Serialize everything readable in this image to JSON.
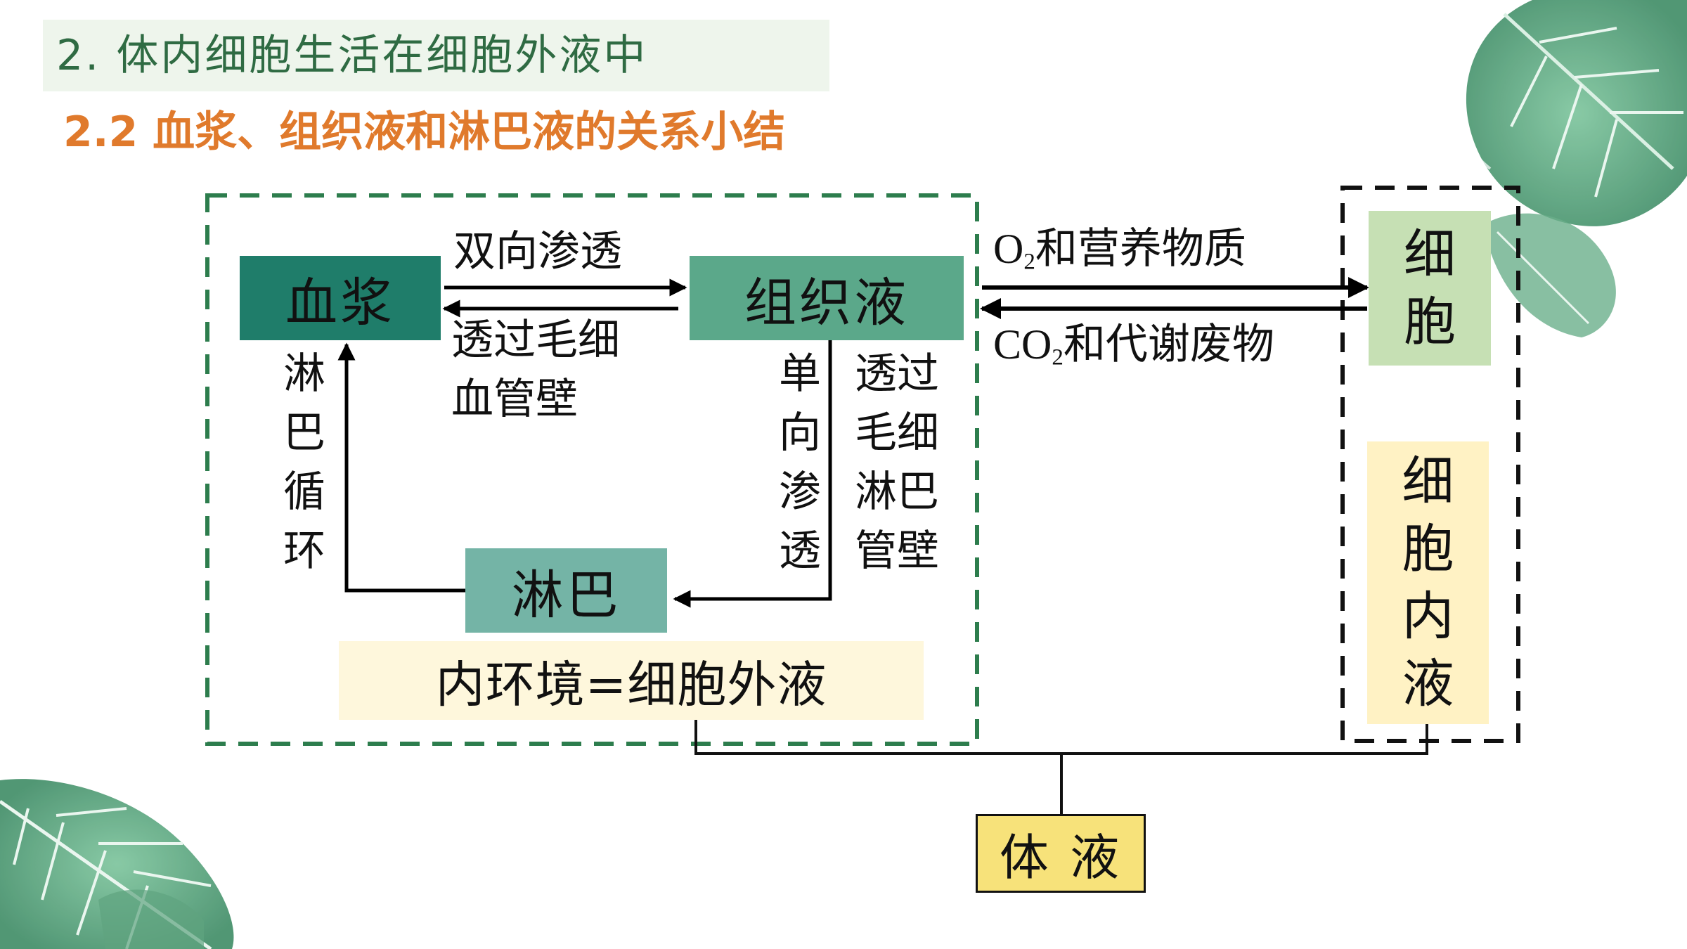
{
  "heading": {
    "text": "2. 体内细胞生活在细胞外液中"
  },
  "subheading": {
    "text": "2.2 血浆、组织液和淋巴液的关系小结"
  },
  "nodes": {
    "plasma": "血浆",
    "tissue_fluid": "组织液",
    "lymph": "淋巴",
    "cell": [
      "细",
      "胞"
    ],
    "intracellular_fluid": [
      "细",
      "胞",
      "内",
      "液"
    ],
    "internal_environment": "内环境=细胞外液",
    "body_fluid": "体 液"
  },
  "edges": {
    "bidirectional_osmosis": "双向渗透",
    "through_capillary_wall": [
      "透过毛细",
      "血管壁"
    ],
    "lymph_circulation": [
      "淋",
      "巴",
      "循",
      "环"
    ],
    "unidirectional_osmosis": [
      "单",
      "向",
      "渗",
      "透"
    ],
    "through_lymph_capillary_wall": [
      "透过",
      "毛细",
      "淋巴",
      "管壁"
    ],
    "o2_prefix": "O",
    "o2_sub": "2",
    "o2_rest": "和营养物质",
    "co2_prefix": "CO",
    "co2_sub": "2",
    "co2_rest": "和代谢废物"
  },
  "colors": {
    "heading": "#2f6b43",
    "subheading": "#e07a2c",
    "plasma_box": "#1f7d6a",
    "tissue_box": "#5ba88a",
    "lymph_box": "#74b4a6",
    "cell_box": "#c6e0b4",
    "intracellular_box": "#fff2c4",
    "internal_env_box": "#fef7dc",
    "body_fluid_box": "#f7e27a",
    "green_dashed_frame": "#2d7d4d",
    "leaf_decoration": "#5aa67e"
  },
  "icons": [
    "monstera-leaf-icon"
  ]
}
